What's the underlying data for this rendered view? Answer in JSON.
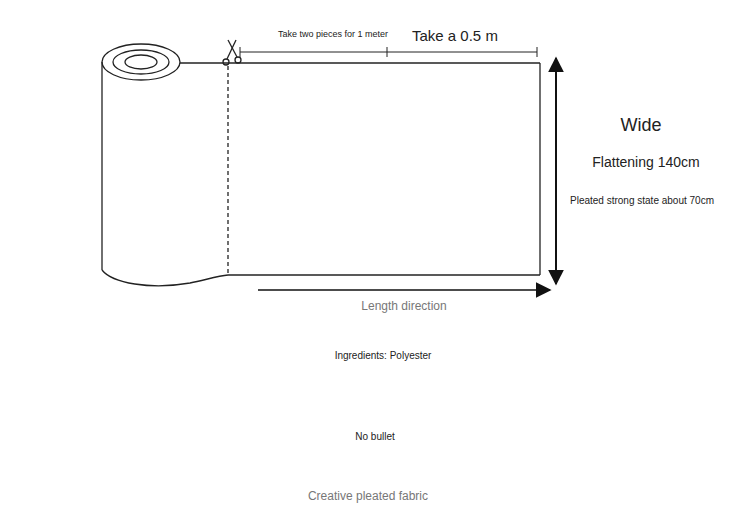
{
  "diagram": {
    "labels": [
      "Take two pieces for 1 meter",
      "Take a 0.5 m",
      "Wide",
      "Flattening 140cm",
      "Pleated strong state about 70cm",
      "Length direction",
      "Ingredients: Polyester",
      "No bullet",
      "Creative pleated fabric"
    ]
  }
}
